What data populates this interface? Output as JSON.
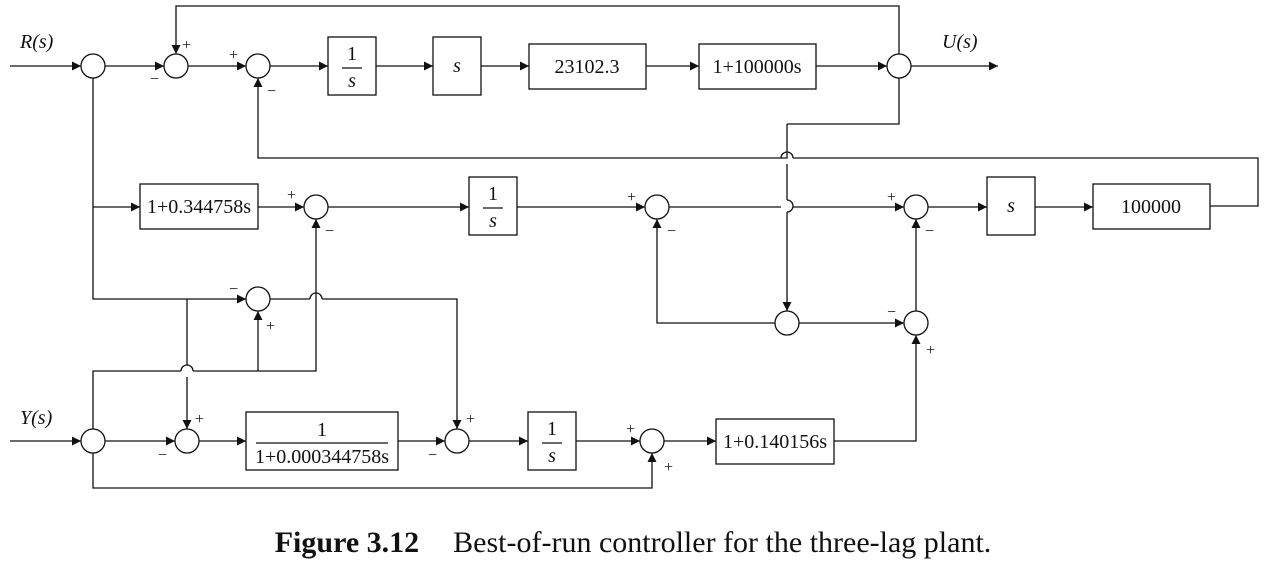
{
  "diagram": {
    "inputs": {
      "r": "R(s)",
      "y": "Y(s)"
    },
    "output": "U(s)",
    "blocks": {
      "integrator_1_num": "1",
      "integrator_1_den": "s",
      "differentiator_1": "s",
      "gain_1": "23102.3",
      "lead_1": "1+100000s",
      "lead_2": "1+0.344758s",
      "integrator_2_num": "1",
      "integrator_2_den": "s",
      "differentiator_2": "s",
      "gain_2": "100000",
      "lag_num": "1",
      "lag_den": "1+0.000344758s",
      "integrator_3_num": "1",
      "integrator_3_den": "s",
      "lead_3": "1+0.140156s"
    },
    "signs": {
      "plus": "+",
      "minus": "−"
    }
  },
  "caption": {
    "label": "Figure 3.12",
    "text": "Best-of-run controller for the three-lag plant."
  }
}
